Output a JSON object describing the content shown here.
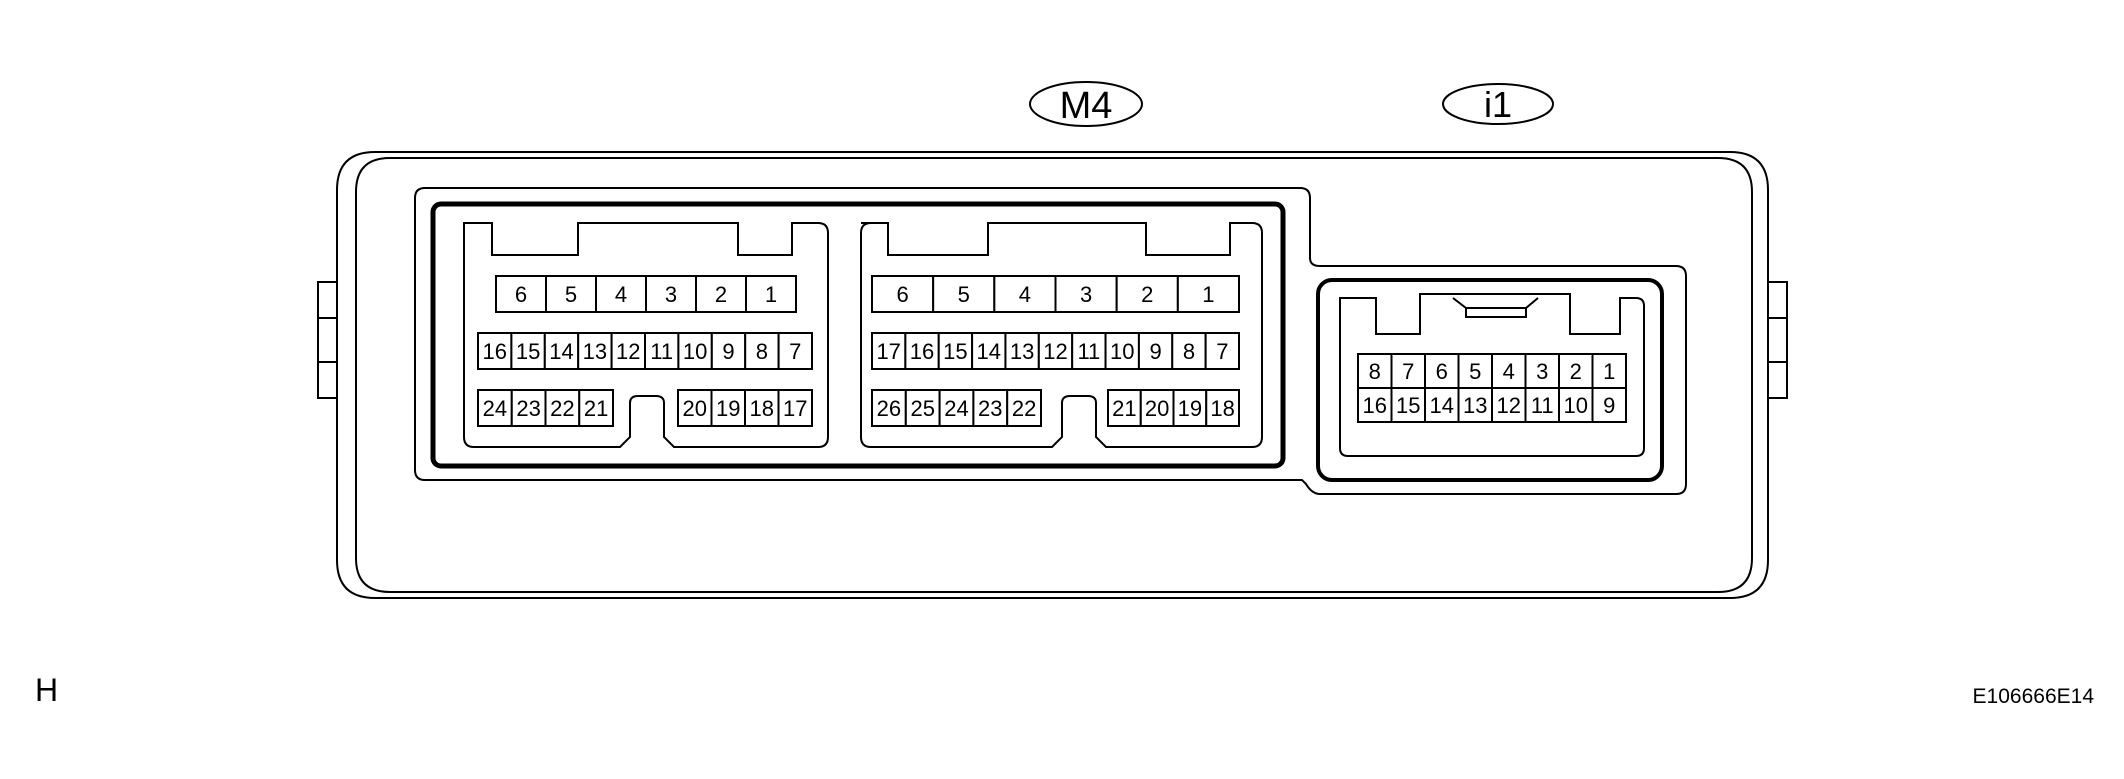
{
  "connectors": {
    "m4": {
      "label": "M4",
      "left_block": {
        "row1": [
          "6",
          "5",
          "4",
          "3",
          "2",
          "1"
        ],
        "row2": [
          "16",
          "15",
          "14",
          "13",
          "12",
          "11",
          "10",
          "9",
          "8",
          "7"
        ],
        "row3_left": [
          "24",
          "23",
          "22",
          "21"
        ],
        "row3_right": [
          "20",
          "19",
          "18",
          "17"
        ]
      },
      "right_block": {
        "row1": [
          "6",
          "5",
          "4",
          "3",
          "2",
          "1"
        ],
        "row2": [
          "17",
          "16",
          "15",
          "14",
          "13",
          "12",
          "11",
          "10",
          "9",
          "8",
          "7"
        ],
        "row3_left": [
          "26",
          "25",
          "24",
          "23",
          "22"
        ],
        "row3_right": [
          "21",
          "20",
          "19",
          "18"
        ]
      }
    },
    "i1": {
      "label": "i1",
      "row1": [
        "8",
        "7",
        "6",
        "5",
        "4",
        "3",
        "2",
        "1"
      ],
      "row2": [
        "16",
        "15",
        "14",
        "13",
        "12",
        "11",
        "10",
        "9"
      ]
    }
  },
  "corner_left": "H",
  "corner_right": "E106666E14"
}
